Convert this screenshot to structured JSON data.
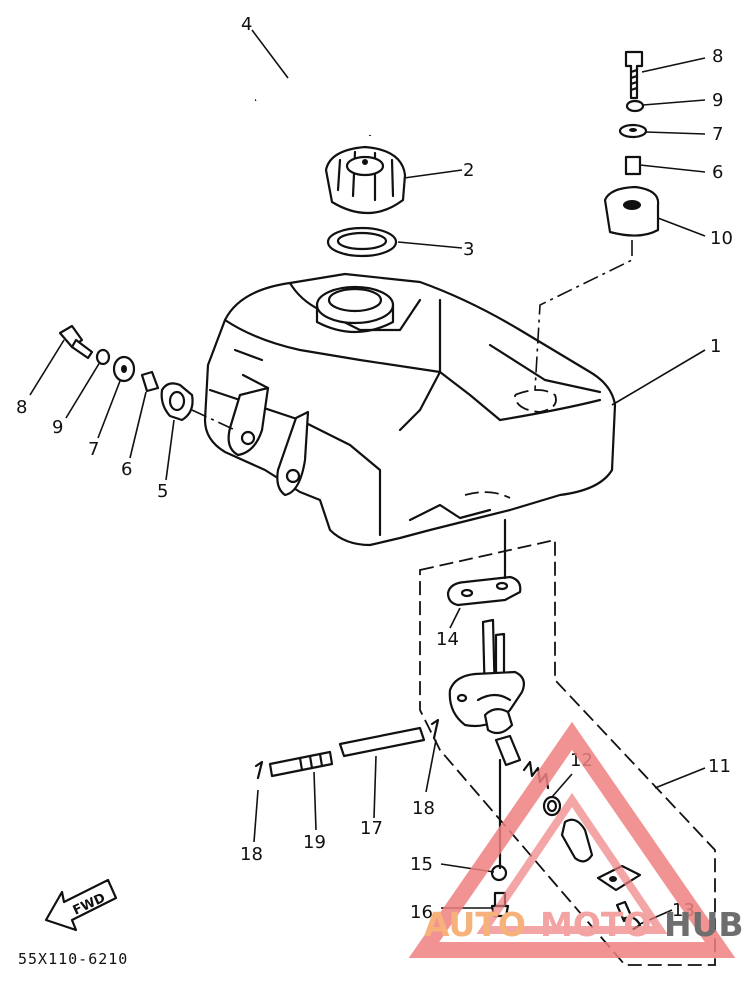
{
  "diagram": {
    "drawing_code": "55X110-6210",
    "fwd_label": "FWD",
    "callouts": [
      {
        "id": "c4",
        "text": "4"
      },
      {
        "id": "c8a",
        "text": "8"
      },
      {
        "id": "c9a",
        "text": "9"
      },
      {
        "id": "c7a",
        "text": "7"
      },
      {
        "id": "c2",
        "text": "2"
      },
      {
        "id": "c6a",
        "text": "6"
      },
      {
        "id": "c10",
        "text": "10"
      },
      {
        "id": "c3",
        "text": "3"
      },
      {
        "id": "c1",
        "text": "1"
      },
      {
        "id": "c8b",
        "text": "8"
      },
      {
        "id": "c9b",
        "text": "9"
      },
      {
        "id": "c7b",
        "text": "7"
      },
      {
        "id": "c6b",
        "text": "6"
      },
      {
        "id": "c5",
        "text": "5"
      },
      {
        "id": "c14",
        "text": "14"
      },
      {
        "id": "c12",
        "text": "12"
      },
      {
        "id": "c11",
        "text": "11"
      },
      {
        "id": "c18a",
        "text": "18"
      },
      {
        "id": "c19",
        "text": "19"
      },
      {
        "id": "c17",
        "text": "17"
      },
      {
        "id": "c18b",
        "text": "18"
      },
      {
        "id": "c15",
        "text": "15"
      },
      {
        "id": "c16",
        "text": "16"
      },
      {
        "id": "c13",
        "text": "13"
      }
    ]
  },
  "watermark": {
    "part1": "AUTO",
    "part2": "MOTO",
    "part3": "HUB"
  },
  "colors": {
    "line": "#111111",
    "watermark_orange": "#f6b27a",
    "watermark_red": "#f08080",
    "watermark_gray": "#6e6e6e"
  }
}
